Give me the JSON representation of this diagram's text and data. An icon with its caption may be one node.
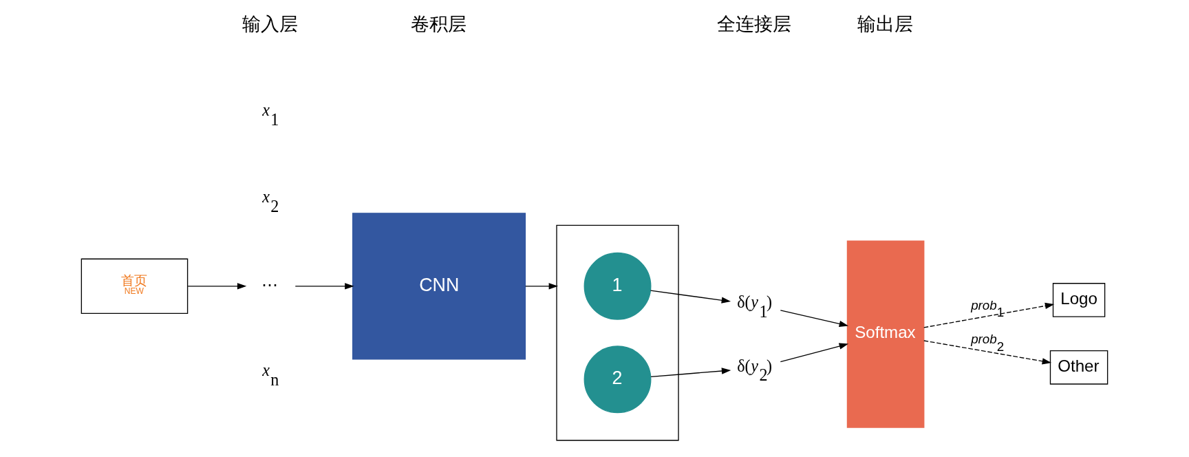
{
  "diagram": {
    "nodes": [
      {
        "text": [
          "首页",
          "NEW"
        ]
      },
      {
        "text": [
          "*x*$_{1}$"
        ]
      },
      {
        "text": [
          "*x*$_{2}$"
        ]
      },
      {
        "text": [
          "⋯"
        ]
      },
      {
        "text": [
          "*x*$_{n}$"
        ]
      },
      {
        "text": [
          "CNN"
        ]
      },
      {
        "text": [],
        "shape": "box"
      },
      {
        "text": [
          "1"
        ],
        "in": 6
      },
      {
        "text": [
          "2"
        ],
        "in": 6
      },
      {
        "text": [
          "δ(*y*$_{1}$)"
        ]
      },
      {
        "text": [
          "δ(*y*$_{2}$)"
        ]
      },
      {
        "text": [
          "Softmax"
        ]
      },
      {
        "text": [
          "Logo"
        ]
      },
      {
        "text": [
          "Other"
        ]
      }
    ],
    "edges": [
      {
        "from": 0,
        "to": 3,
        "arrow": "to"
      },
      {
        "from": 3,
        "to": 5,
        "arrow": "to"
      },
      {
        "from": 5,
        "to": 6,
        "arrow": "to"
      },
      {
        "from": 7,
        "to": 9,
        "arrow": "to"
      },
      {
        "from": 8,
        "to": 10,
        "arrow": "to"
      },
      {
        "from": 9,
        "to": 11,
        "arrow": "to"
      },
      {
        "from": 10,
        "to": 11,
        "arrow": "to"
      },
      {
        "from": 11,
        "to": 12,
        "arrow": "to",
        "label": "*prob*$_{1}$",
        "style": "dashed"
      },
      {
        "from": 11,
        "to": 13,
        "arrow": "to",
        "label": "*prob*$_{2}$",
        "style": "dashed"
      }
    ],
    "labels": [
      "输入层",
      "卷积层",
      "全连接层",
      "输出层"
    ]
  }
}
